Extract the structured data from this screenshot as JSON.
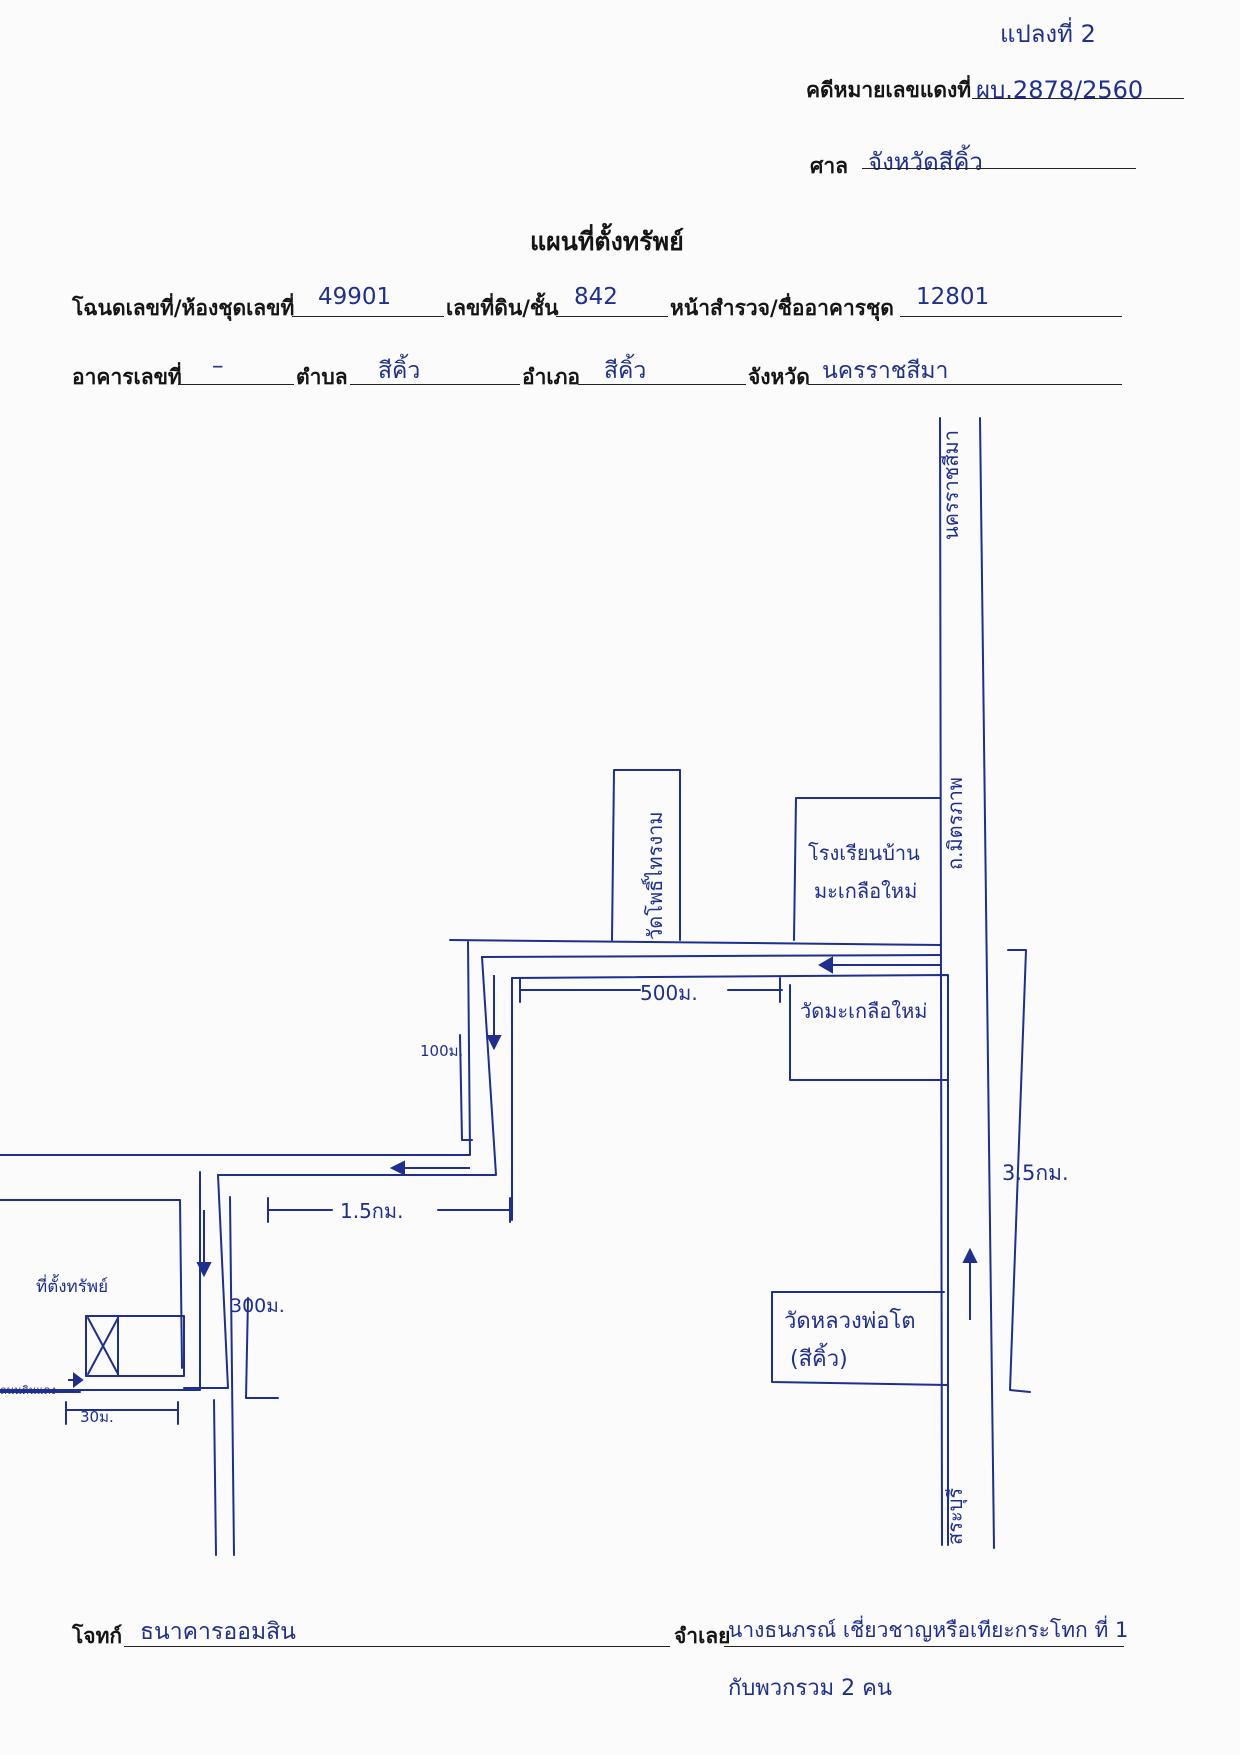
{
  "header": {
    "sheet_note": "แปลงที่ 2",
    "case_label": "คดีหมายเลขแดงที่",
    "case_value": "ผบ.2878/2560",
    "court_label": "ศาล",
    "court_value": "จังหวัดสีคิ้ว"
  },
  "title": "แผนที่ตั้งทรัพย์",
  "fields": {
    "deed_label": "โฉนดเลขที่/ห้องชุดเลขที่",
    "deed_value": "49901",
    "land_no_label": "เลขที่ดิน/ชั้น",
    "land_no_value": "842",
    "survey_label": "หน้าสำรวจ/ชื่ออาคารชุด",
    "survey_value": "12801",
    "building_label": "อาคารเลขที่",
    "building_value": "–",
    "subdistrict_label": "ตำบล",
    "subdistrict_value": "สีคิ้ว",
    "district_label": "อำเภอ",
    "district_value": "สีคิ้ว",
    "province_label": "จังหวัด",
    "province_value": "นครราชสีมา"
  },
  "map": {
    "road_top": "นครราชสีมา",
    "road_highway": "ถ.มิตรภาพ",
    "road_bottom": "สระบุรี",
    "temple_phothi": "วัดโพธิ์ไทรงาม",
    "school_line1": "โรงเรียนบ้าน",
    "school_line2": "มะเกลือใหม่",
    "temple_makluea": "วัดมะเกลือใหม่",
    "temple_pho_to_1": "วัดหลวงพ่อโต",
    "temple_pho_to_2": "(สีคิ้ว)",
    "dist_500": "500ม.",
    "dist_100": "100ม.",
    "dist_1_5": "1.5กม.",
    "dist_3_5": "3.5กม.",
    "dist_300": "300ม.",
    "dist_30": "30ม.",
    "property_label": "ที่ตั้งทรัพย์",
    "side_road_label": "ถนนดินแดง"
  },
  "footer": {
    "plaintiff_label": "โจทก์",
    "plaintiff_value": "ธนาคารออมสิน",
    "defendant_label": "จำเลย",
    "defendant_value": "นางธนภรณ์ เชี่ยวชาญหรือเทียะกระโทก ที่ 1",
    "defendant_value_2": "กับพวกรวม 2 คน"
  },
  "colors": {
    "ink": "#1e2f8f",
    "print": "#151515",
    "paper": "#fbfbfb"
  }
}
